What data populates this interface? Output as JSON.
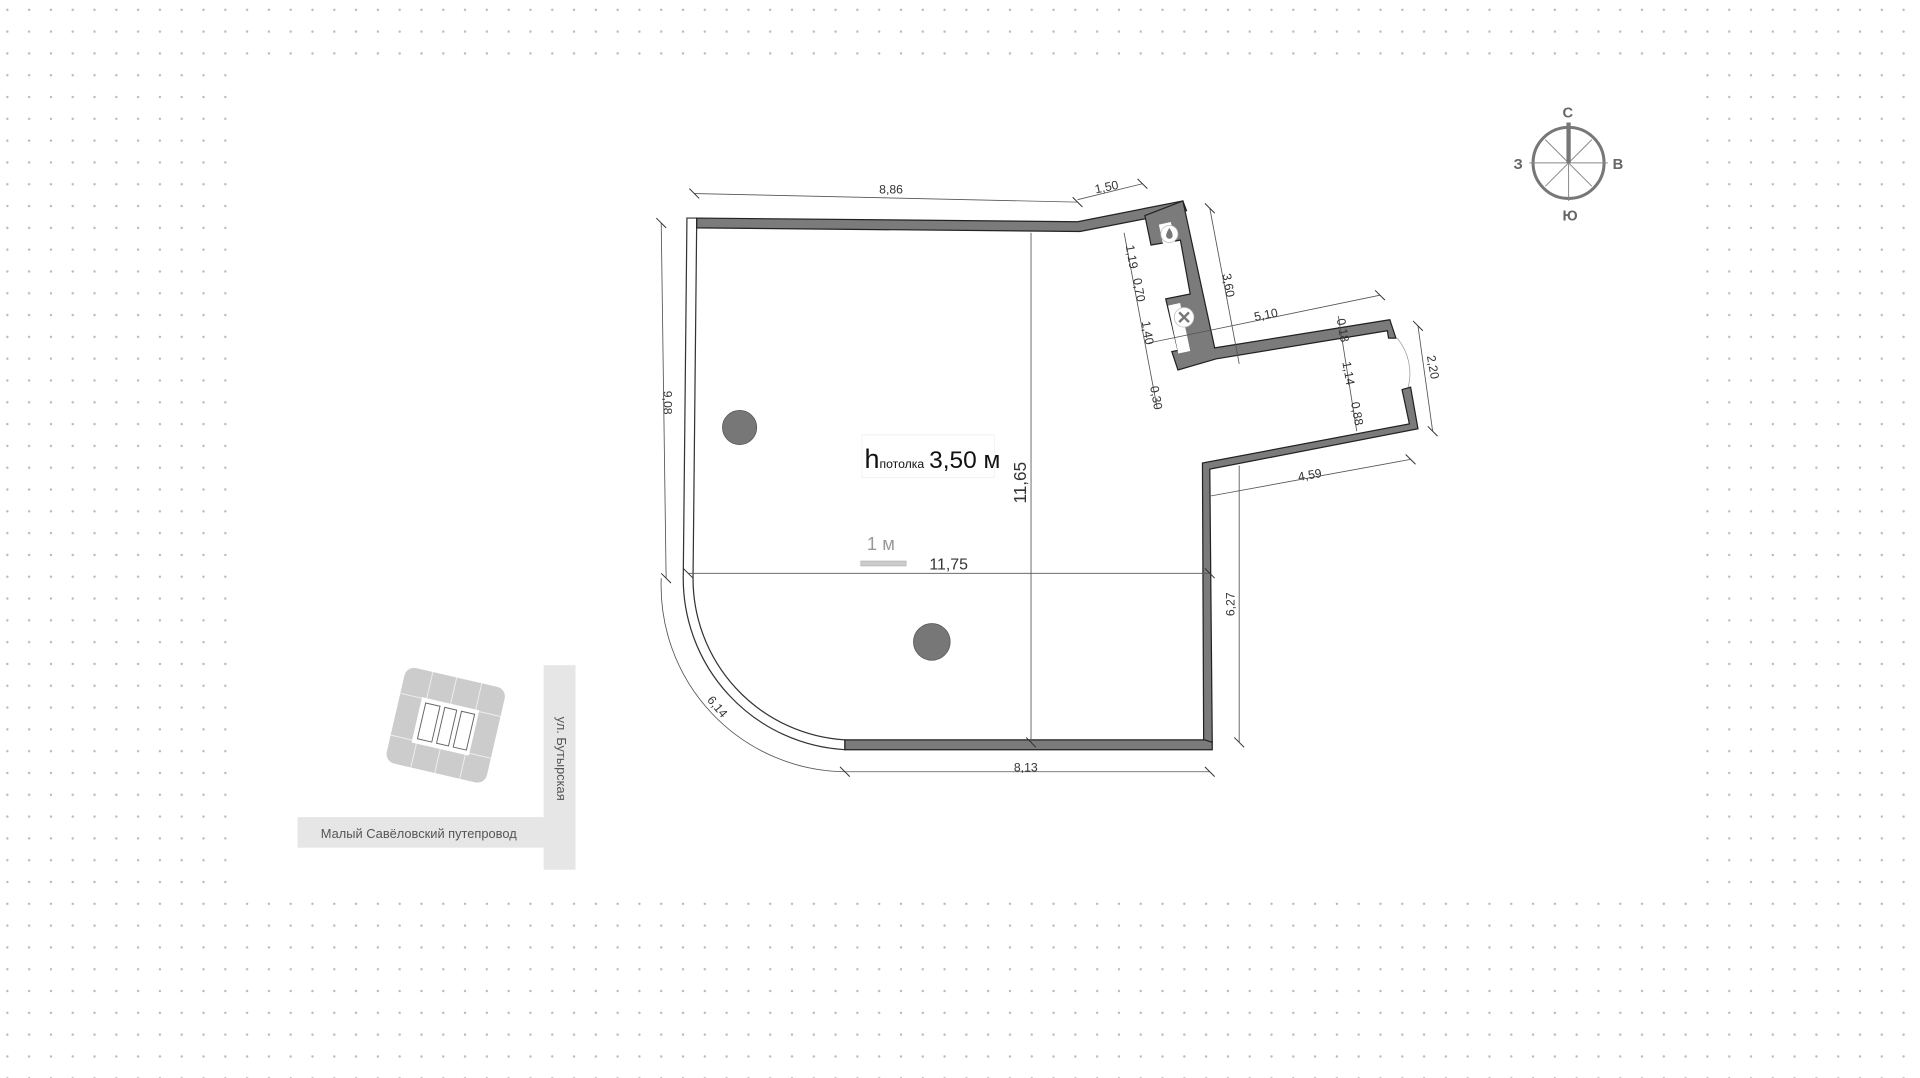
{
  "plan": {
    "ceiling_h": "h",
    "ceiling_sub": "потолка",
    "ceiling_value": "3,50 м",
    "scale_label": "1 м",
    "dimensions": {
      "top": "8,86",
      "top_right": "1,50",
      "left": "9,08",
      "center_vertical": "11,65",
      "center_horizontal": "11,75",
      "arc": "6,14",
      "bottom": "8,13",
      "right_lower": "6,27",
      "step": "4,59",
      "corridor": "5,10",
      "shaft_height": "3,60",
      "shaft_a": "1,19",
      "shaft_b": "0,70",
      "shaft_c": "1,40",
      "shaft_d": "0,30",
      "corr_a": "0,18",
      "corr_b": "1,14",
      "corr_c": "0,88",
      "door": "2,20"
    },
    "icons": [
      "water-drop-icon",
      "ventilation-fan-icon"
    ],
    "wall_color": "#7b7b7b",
    "column_color": "#777777"
  },
  "compass": {
    "north": "С",
    "east": "В",
    "south": "Ю",
    "west": "З"
  },
  "site_map": {
    "street_horizontal": "Малый Савёловский путепровод",
    "street_vertical": "ул. Бутырская"
  }
}
